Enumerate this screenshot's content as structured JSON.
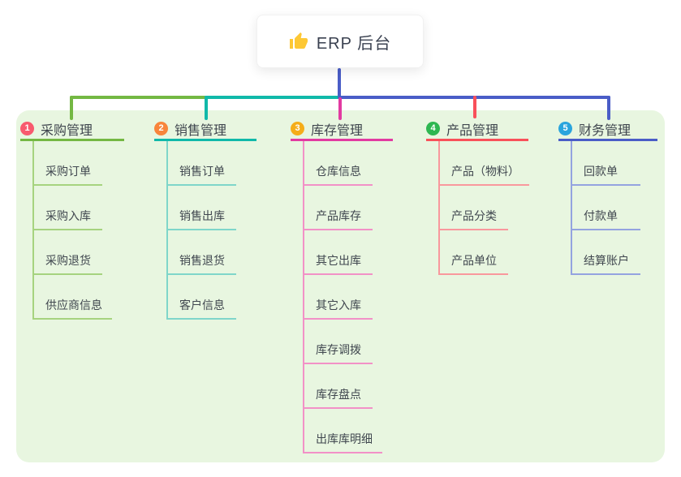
{
  "root": {
    "label": "ERP 后台",
    "icon": "thumbs-up-icon",
    "icon_color": "#fdc835"
  },
  "colors": {
    "panel_bg": "#e8f6e0",
    "text": "#40474f"
  },
  "branches": [
    {
      "num": "1",
      "title": "采购管理",
      "badge_color": "#f85a6e",
      "line_color": "#74b843",
      "light_color": "#a6d37f",
      "items": [
        "采购订单",
        "采购入库",
        "采购退货",
        "供应商信息"
      ]
    },
    {
      "num": "2",
      "title": "销售管理",
      "badge_color": "#f8853b",
      "line_color": "#10b9a9",
      "light_color": "#7fd6ca",
      "items": [
        "销售订单",
        "销售出库",
        "销售退货",
        "客户信息"
      ]
    },
    {
      "num": "3",
      "title": "库存管理",
      "badge_color": "#f5ad19",
      "line_color": "#e23aa1",
      "light_color": "#f291c7",
      "items": [
        "仓库信息",
        "产品库存",
        "其它出库",
        "其它入库",
        "库存调拨",
        "库存盘点",
        "出库库明细"
      ]
    },
    {
      "num": "4",
      "title": "产品管理",
      "badge_color": "#2eb751",
      "line_color": "#f9505a",
      "light_color": "#f9989d",
      "items": [
        "产品（物料）",
        "产品分类",
        "产品单位"
      ]
    },
    {
      "num": "5",
      "title": "财务管理",
      "badge_color": "#2aa5dd",
      "line_color": "#4a5dc7",
      "light_color": "#94a3e0",
      "items": [
        "回款单",
        "付款单",
        "结算账户"
      ]
    }
  ]
}
